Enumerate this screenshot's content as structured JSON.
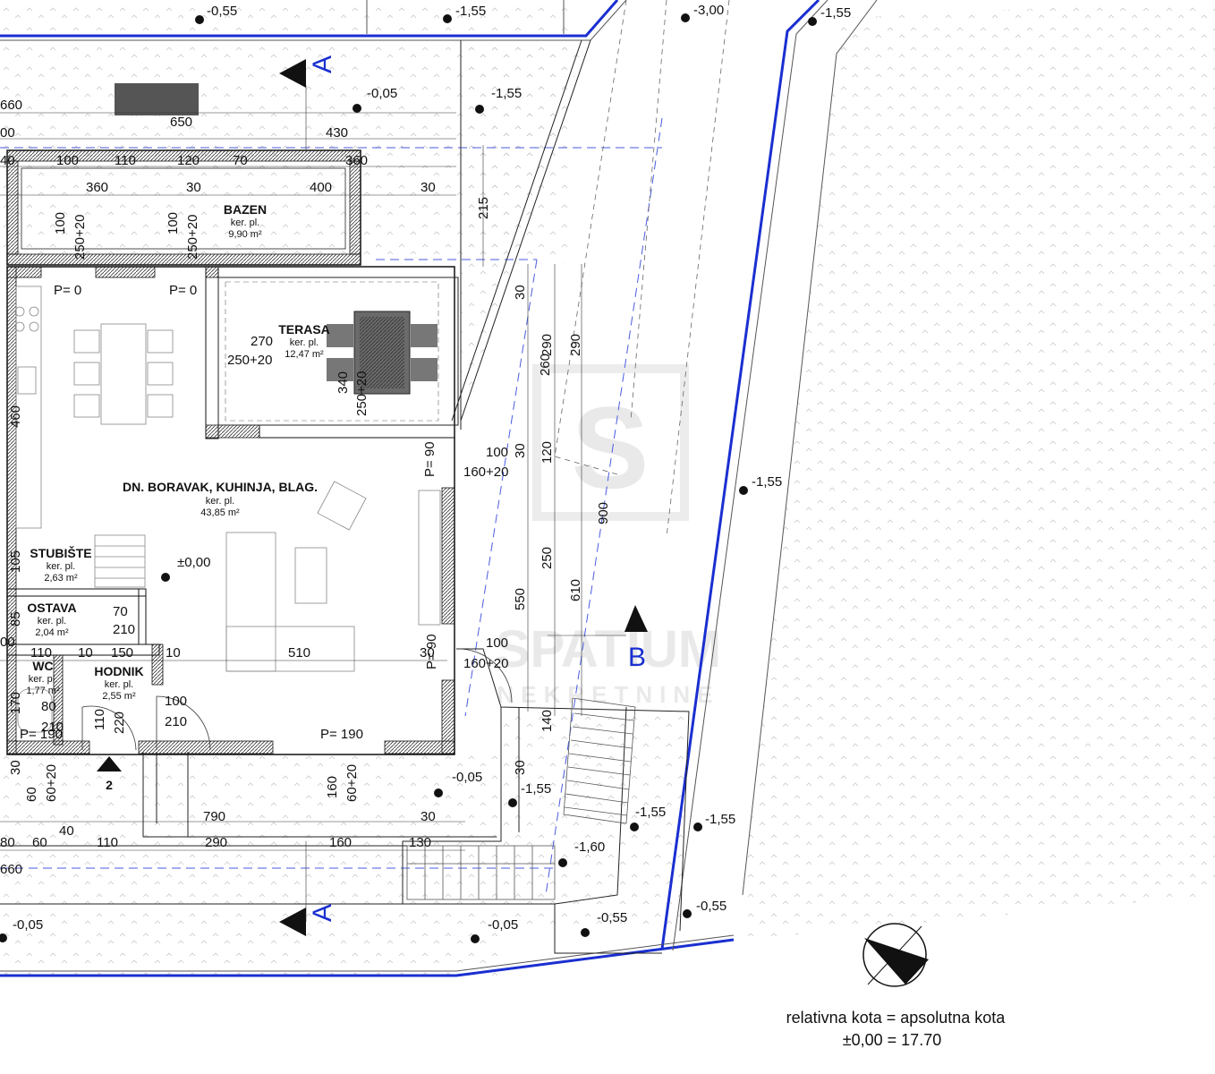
{
  "rooms": {
    "bazen": {
      "name": "BAZEN",
      "finish": "ker. pl.",
      "area": "9,90 m²"
    },
    "terasa": {
      "name": "TERASA",
      "finish": "ker. pl.",
      "area": "12,47 m²"
    },
    "boravak": {
      "name": "DN. BORAVAK, KUHINJA, BLAG.",
      "finish": "ker. pl.",
      "area": "43,85 m²"
    },
    "stubiste": {
      "name": "STUBIŠTE",
      "finish": "ker. pl.",
      "area": "2,63 m²"
    },
    "ostava": {
      "name": "OSTAVA",
      "finish": "ker. pl.",
      "area": "2,04 m²"
    },
    "wc": {
      "name": "WC",
      "finish": "ker. pl.",
      "area": "1,77 m²"
    },
    "hodnik": {
      "name": "HODNIK",
      "finish": "ker. pl.",
      "area": "2,55 m²"
    }
  },
  "levels": {
    "l1": "-0,55",
    "l2": "-1,55",
    "l3": "-3,00",
    "l4": "-1,55",
    "l5": "-0,05",
    "l6": "-1,55",
    "l7": "-1,55",
    "l8": "±0,00",
    "l9": "-0,05",
    "l10": "-1,55",
    "l11": "-1,55",
    "l12": "-1,55",
    "l13": "-1,60",
    "l14": "-0,05",
    "l15": "-0,05",
    "l16": "-0,55",
    "l17": "-0,55"
  },
  "sections": {
    "a_top": "A",
    "a_bottom": "A",
    "b": "B",
    "entrance": "2"
  },
  "openings": {
    "p1": "P= 0",
    "p2": "P= 0",
    "p3": "P= 90",
    "p4": "P= 90",
    "p5": "P= 190",
    "p6": "P= 190"
  },
  "dims": {
    "d660a": "660",
    "d650": "650",
    "d430": "430",
    "d00": "00",
    "d40": "40",
    "d100a": "100",
    "d110a": "110",
    "d120a": "120",
    "d70a": "70",
    "d360a": "360",
    "d360b": "360",
    "d30a": "30",
    "d400": "400",
    "d30b": "30",
    "d100b": "100",
    "d25020a": "250+20",
    "d100c": "100",
    "d25020b": "250+20",
    "d215": "215",
    "d270": "270",
    "d25020c": "250+20",
    "d340": "340",
    "d25020d": "250+20",
    "d30c": "30",
    "d260": "260",
    "d290a": "290",
    "d290b": "290",
    "d30d": "30",
    "d120b": "120",
    "d900": "900",
    "d100d": "100",
    "d16020a": "160+20",
    "d460": "460",
    "d105": "105",
    "d85": "85",
    "d70b": "70",
    "d210a": "210",
    "d250": "250",
    "d550": "550",
    "d610": "610",
    "d110b": "110",
    "d10a": "10",
    "d150": "150",
    "d10b": "10",
    "d510": "510",
    "d30e": "30",
    "d100e": "100",
    "d16020b": "160+20",
    "d00b": "00",
    "d170": "170",
    "d80": "80",
    "d210b": "210",
    "d110c": "110",
    "d220": "220",
    "d100f": "100",
    "d210c": "210",
    "d140": "140",
    "d30f": "30",
    "d60": "60",
    "d6020a": "60+20",
    "d160a": "160",
    "d6020b": "60+20",
    "d30g": "30",
    "d40b": "40",
    "d790": "790",
    "d30h": "30",
    "d80b": "80",
    "d60b": "60",
    "d110d": "110",
    "d290c": "290",
    "d160b": "160",
    "d130": "130",
    "d660b": "660"
  },
  "legend": {
    "line1": "relativna kota = apsolutna kota",
    "line2": "±0,00 = 17.70"
  },
  "watermark": {
    "brand": "SPATIUM",
    "sub": "NEKRETNINE",
    "logo": "S"
  },
  "colors": {
    "boundary": "#1a2fd0",
    "dashed": "#4a5be0",
    "wall": "#111111"
  }
}
